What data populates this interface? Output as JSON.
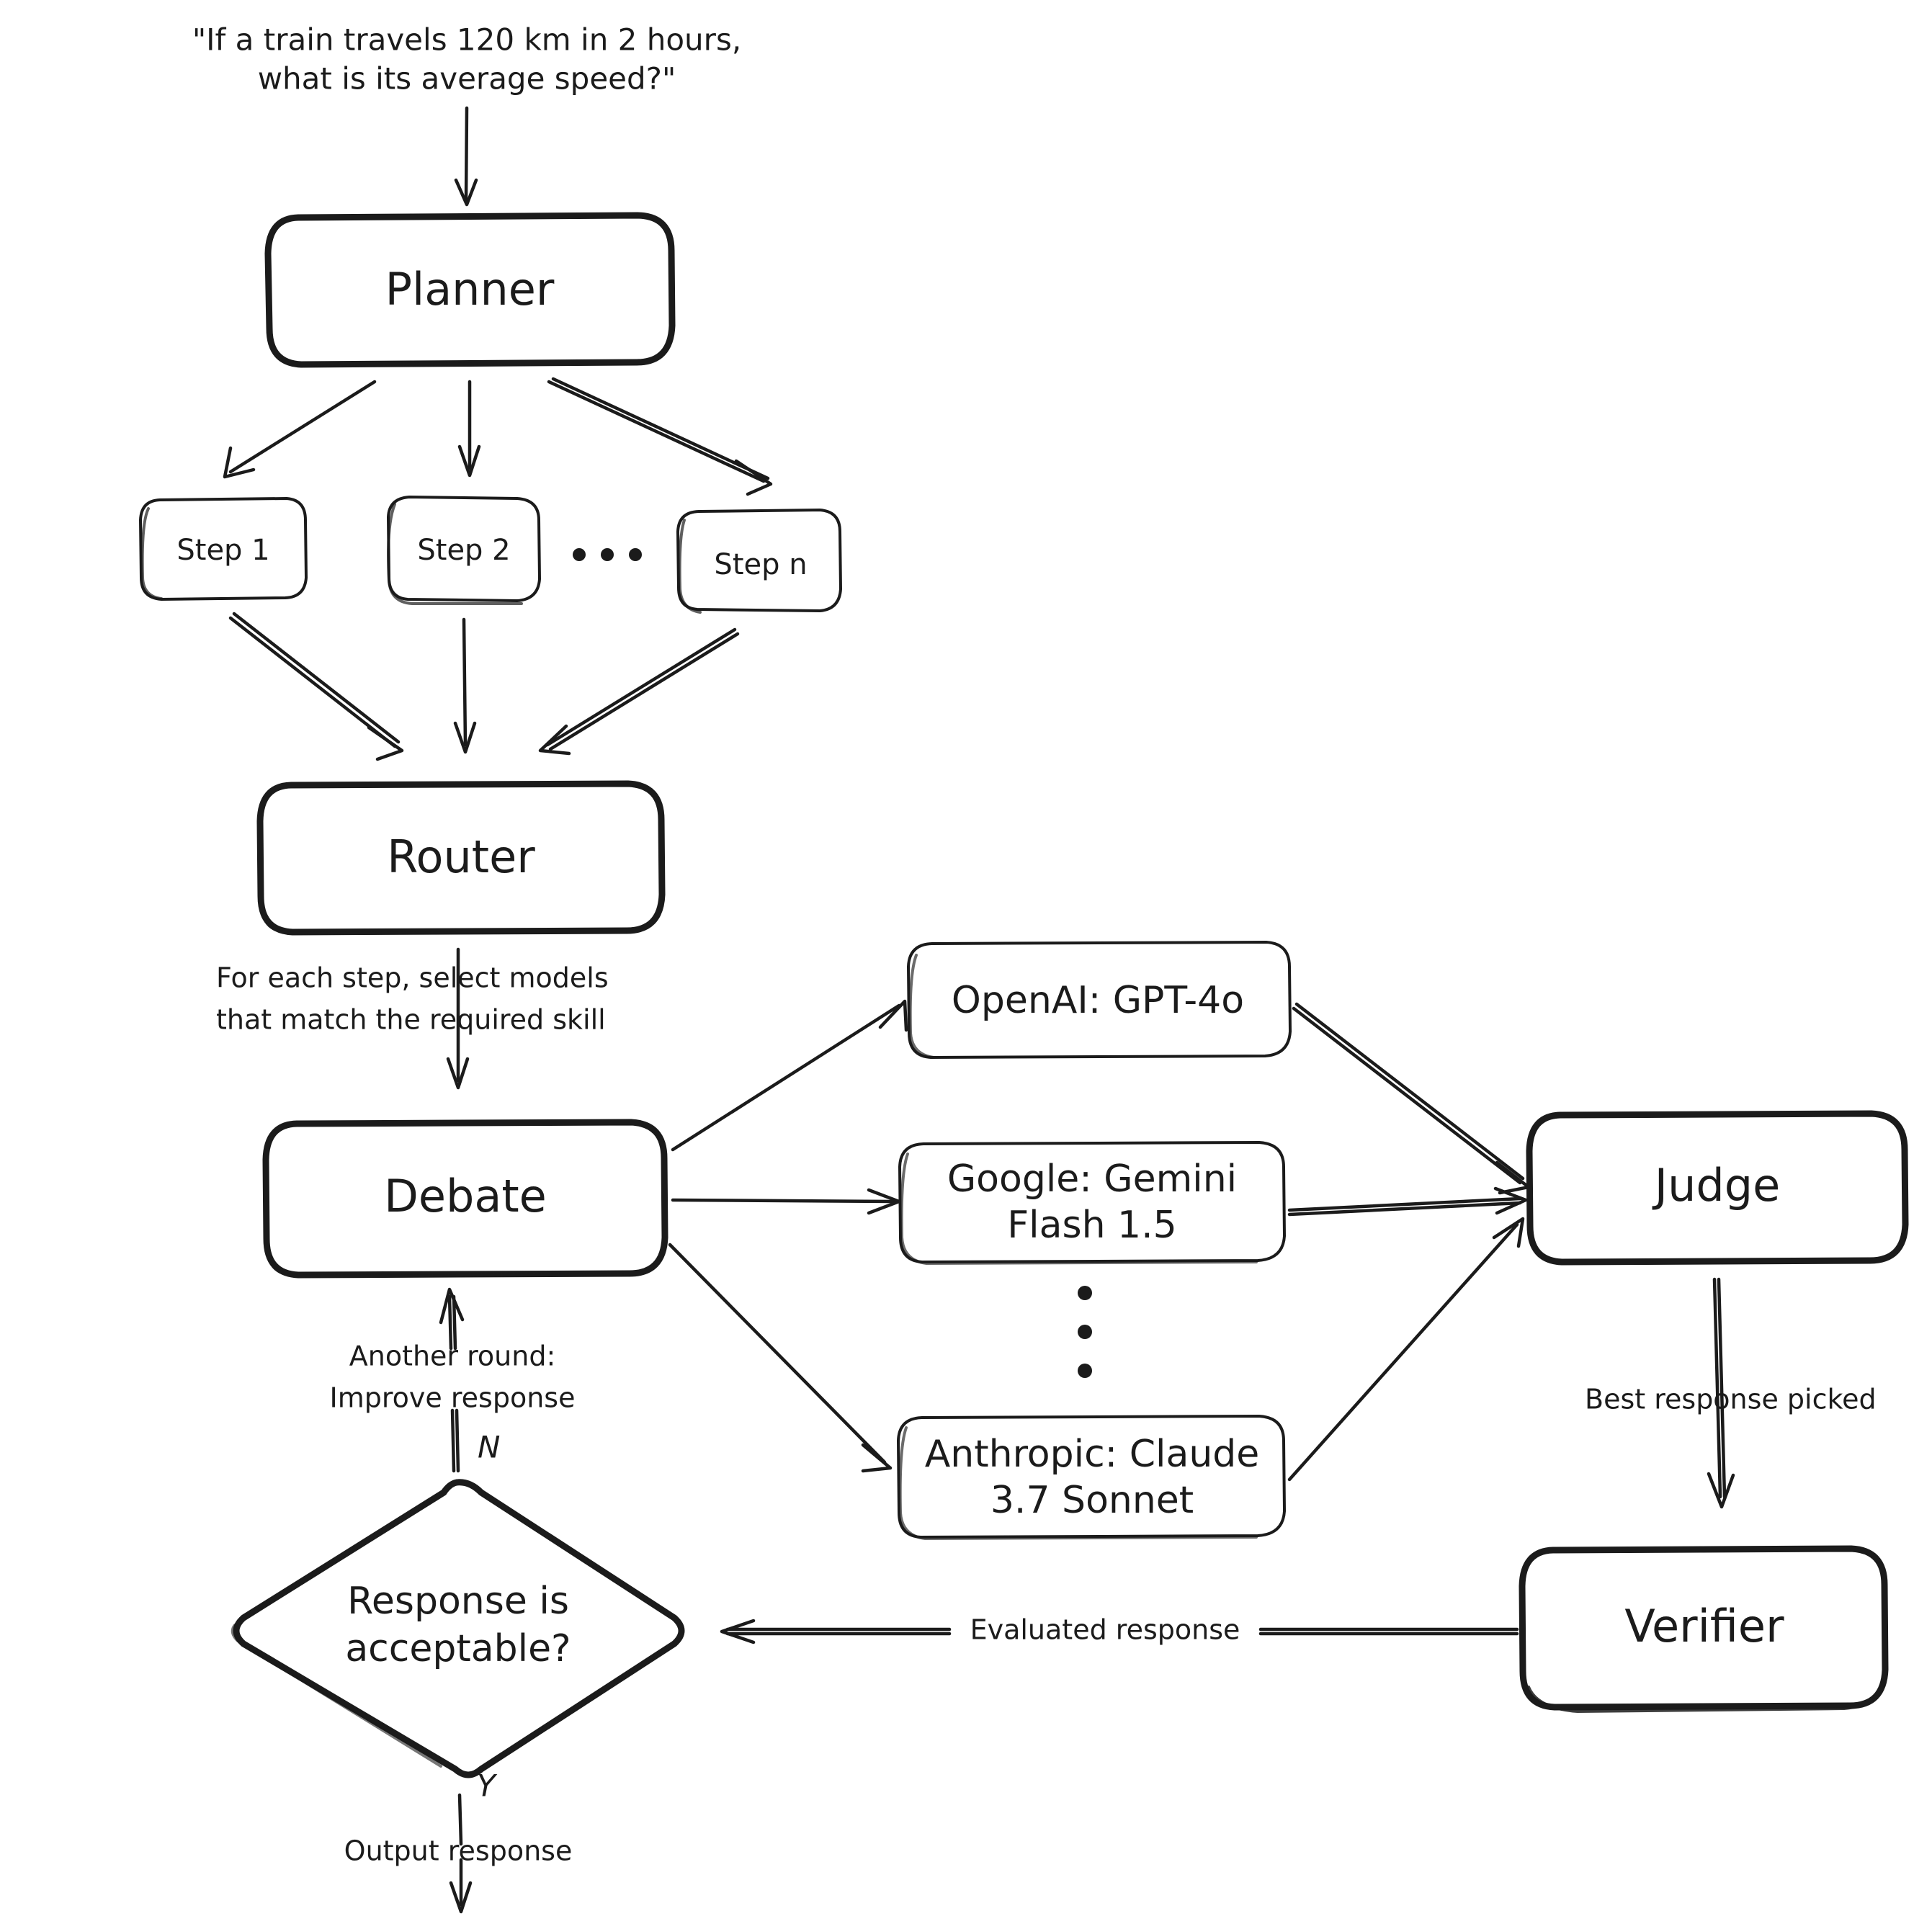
{
  "diagram": {
    "title_prompt": {
      "line1": "\"If a train travels 120 km in 2 hours,",
      "line2": "what is its average speed?\""
    },
    "colors": {
      "process_fill": "#b2f2bb",
      "decision_fill": "#a5d8f8",
      "stroke": "#1b1b1b",
      "plain_fill": "#ffffff",
      "background": "#ffffff"
    },
    "nodes": {
      "planner": {
        "label": "Planner",
        "type": "process",
        "fill": "#b2f2bb"
      },
      "step1": {
        "label": "Step 1",
        "type": "plain",
        "fill": "#ffffff"
      },
      "step2": {
        "label": "Step 2",
        "type": "plain",
        "fill": "#ffffff"
      },
      "stepn": {
        "label": "Step n",
        "type": "plain",
        "fill": "#ffffff"
      },
      "steps_ellipsis": {
        "label": "· · ·"
      },
      "router": {
        "label": "Router",
        "type": "process",
        "fill": "#b2f2bb"
      },
      "debate": {
        "label": "Debate",
        "type": "process",
        "fill": "#b2f2bb"
      },
      "model_openai": {
        "label": "OpenAI: GPT-4o",
        "type": "plain",
        "fill": "#ffffff"
      },
      "model_google": {
        "line1": "Google: Gemini",
        "line2": "Flash 1.5",
        "type": "plain",
        "fill": "#ffffff"
      },
      "model_anthropic": {
        "line1": "Anthropic: Claude",
        "line2": "3.7 Sonnet",
        "type": "plain",
        "fill": "#ffffff"
      },
      "models_ellipsis": {
        "label": "vertical-ellipsis",
        "dots": 3
      },
      "judge": {
        "label": "Judge",
        "type": "process",
        "fill": "#b2f2bb"
      },
      "verifier": {
        "label": "Verifier",
        "type": "process",
        "fill": "#b2f2bb"
      },
      "decision": {
        "line1": "Response is",
        "line2": "acceptable?",
        "type": "decision",
        "fill": "#a5d8f8"
      }
    },
    "edge_labels": {
      "router_to_debate": {
        "line1": "For each step, select models",
        "line2": "that match the required skill"
      },
      "decision_to_debate": {
        "line1": "Another round:",
        "line2": "Improve response"
      },
      "judge_to_verifier": "Best response picked",
      "verifier_to_decision": "Evaluated response",
      "decision_output": "Output response",
      "branch_no": "N",
      "branch_yes": "Y"
    }
  }
}
